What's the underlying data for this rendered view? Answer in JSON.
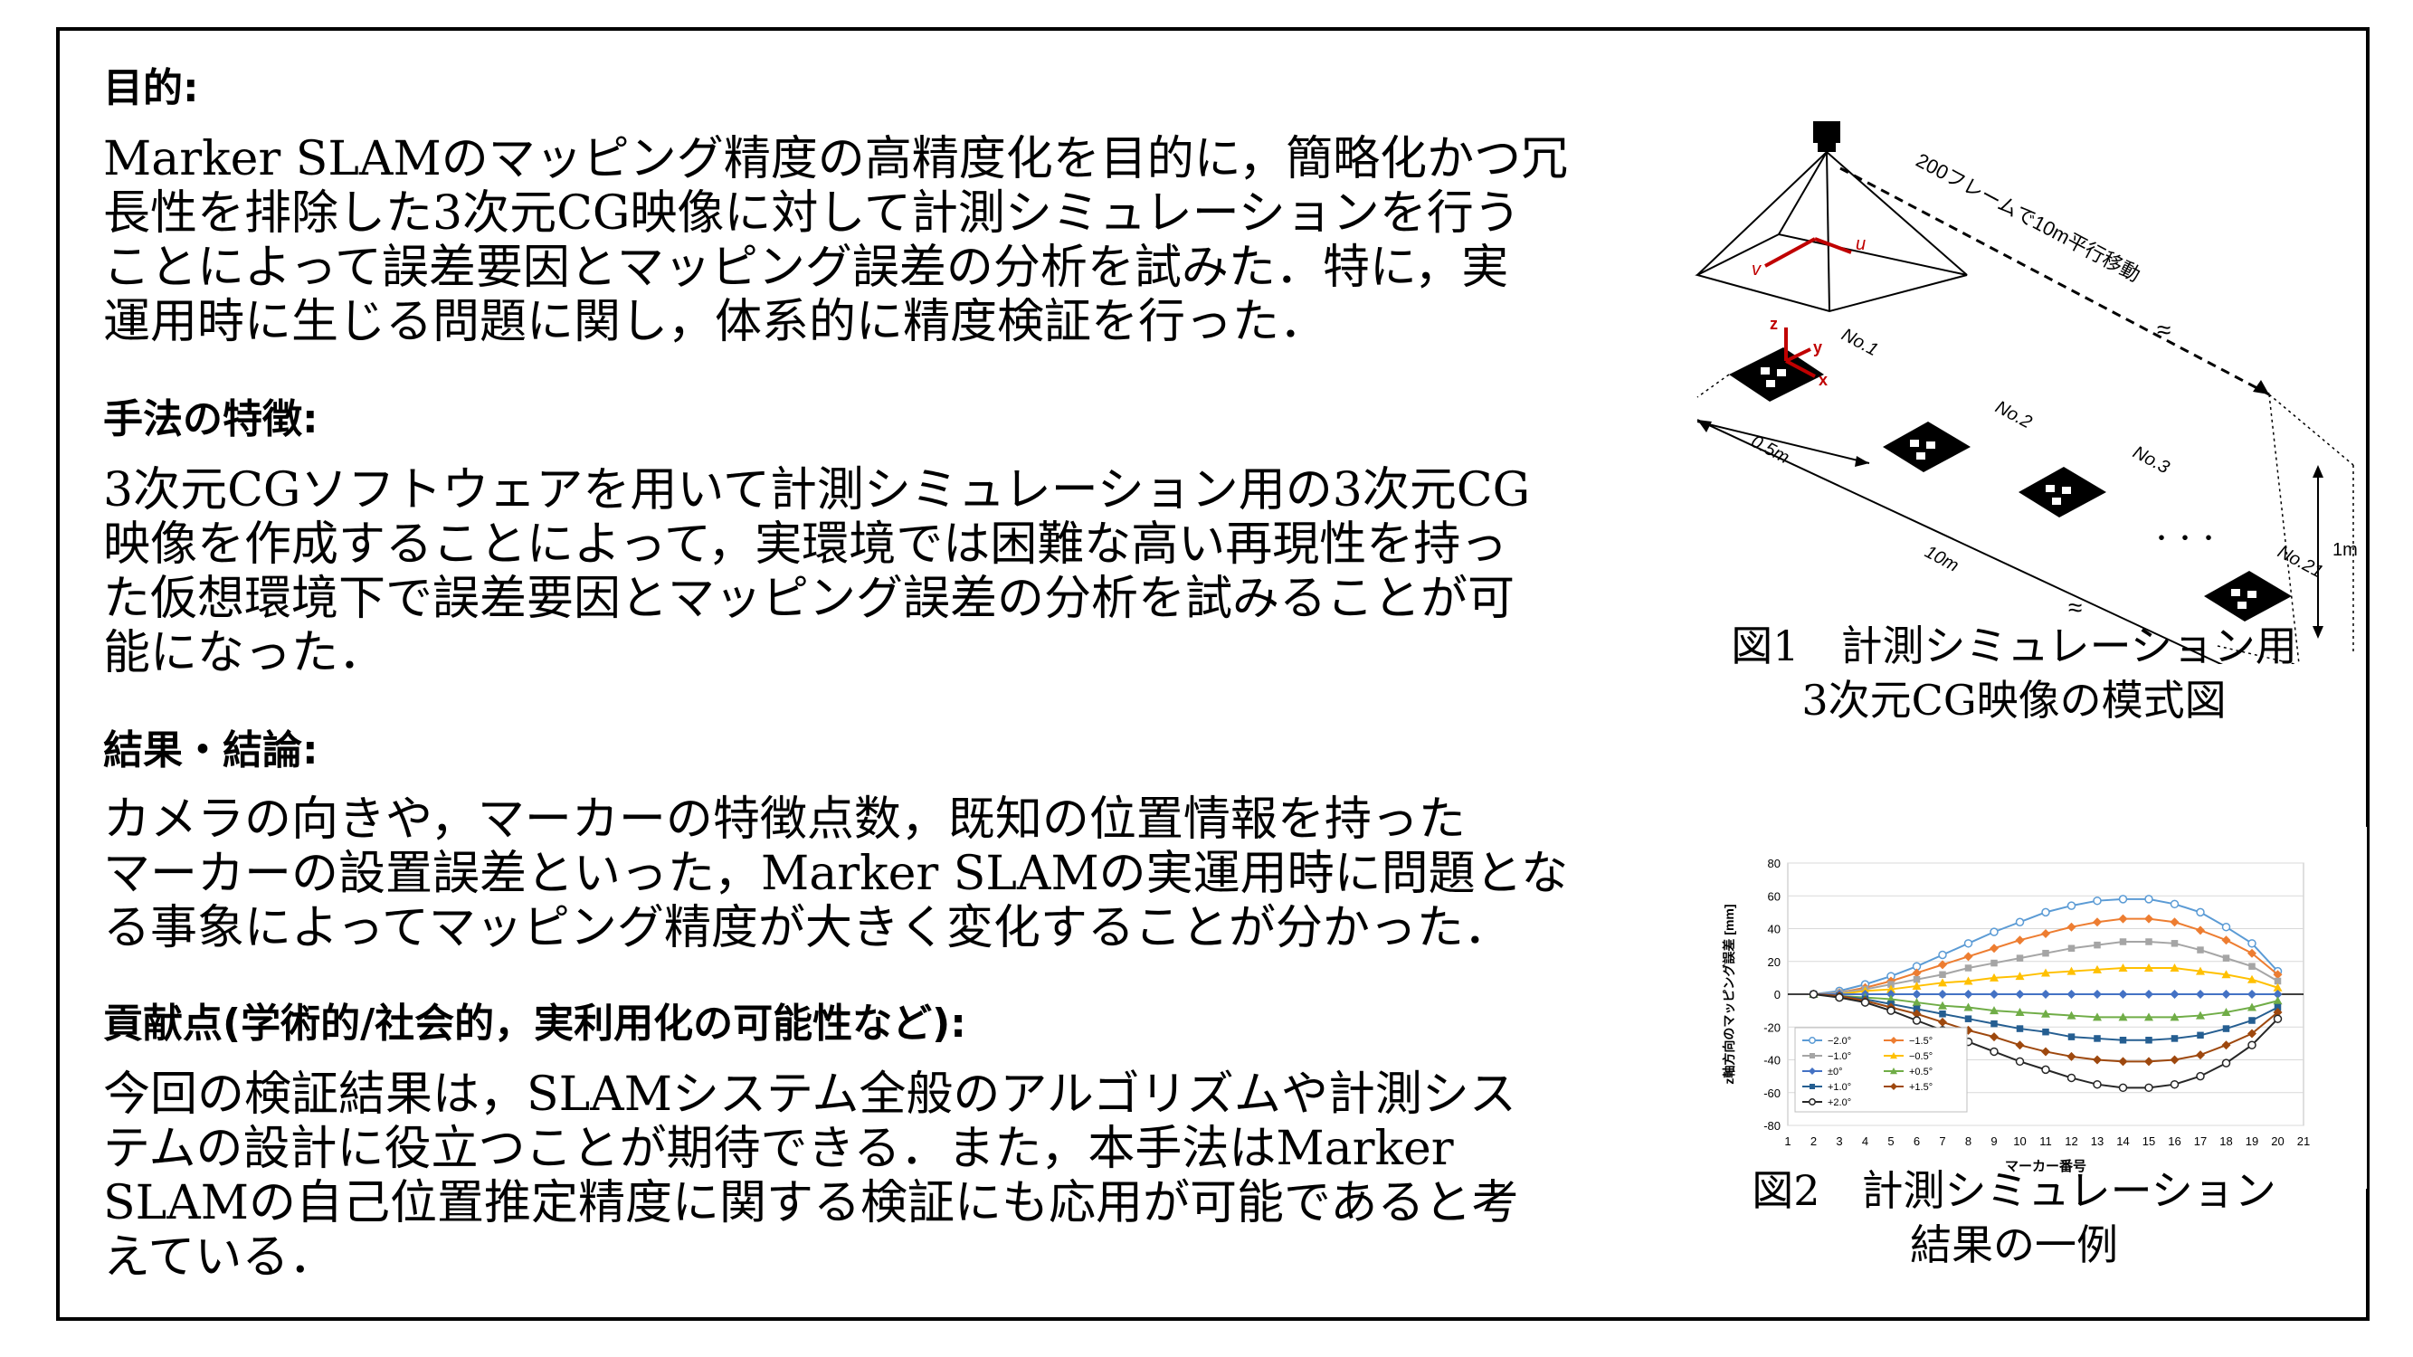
{
  "sections": [
    {
      "heading": "目的:",
      "lines": [
        "Marker SLAMのマッピング精度の高精度化を目的に，簡略化かつ冗",
        "長性を排除した3次元CG映像に対して計測シミュレーションを行う",
        "ことによって誤差要因とマッピング誤差の分析を試みた．特に，実",
        "運用時に生じる問題に関し，体系的に精度検証を行った．"
      ]
    },
    {
      "heading": "手法の特徴:",
      "lines": [
        "3次元CGソフトウェアを用いて計測シミュレーション用の3次元CG",
        "映像を作成することによって，実環境では困難な高い再現性を持っ",
        "た仮想環境下で誤差要因とマッピング誤差の分析を試みることが可",
        "能になった．"
      ]
    },
    {
      "heading": "結果・結論:",
      "lines": [
        "カメラの向きや，マーカーの特徴点数，既知の位置情報を持った",
        "マーカーの設置誤差といった，Marker SLAMの実運用時に問題とな",
        "る事象によってマッピング精度が大きく変化することが分かった．"
      ]
    },
    {
      "heading": "貢献点(学術的/社会的，実利用化の可能性など):",
      "lines": [
        "今回の検証結果は，SLAMシステム全般のアルゴリズムや計測シス",
        "テムの設計に役立つことが期待できる．また，本手法はMarker",
        "SLAMの自己位置推定精度に関する検証にも応用が可能であると考",
        "えている．"
      ]
    }
  ],
  "figure1": {
    "caption_lines": [
      "図1　計測シミュレーション用",
      "3次元CG映像の模式図"
    ],
    "labels": {
      "path": "200フレームで10m平行移動",
      "spacing": "0.5m",
      "length": "10m",
      "height": "1m",
      "marker_first": "No.1",
      "marker_second": "No.2",
      "marker_third": "No.3",
      "marker_last": "No.21",
      "dots": "・・・",
      "axis_u": "u",
      "axis_v": "v",
      "axis_x": "x",
      "axis_y": "y",
      "axis_z": "z"
    }
  },
  "figure2": {
    "caption_lines": [
      "図2　計測シミュレーション",
      "結果の一例"
    ]
  },
  "chart_data": {
    "type": "line",
    "xlabel": "マーカー番号",
    "ylabel": "z軸方向のマッピング誤差 [mm]",
    "xlim": [
      1,
      21
    ],
    "ylim": [
      -80,
      80
    ],
    "x_ticks": [
      1,
      2,
      3,
      4,
      5,
      6,
      7,
      8,
      9,
      10,
      11,
      12,
      13,
      14,
      15,
      16,
      17,
      18,
      19,
      20,
      21
    ],
    "y_ticks": [
      80,
      60,
      40,
      20,
      0,
      -20,
      -40,
      -60,
      -80
    ],
    "x": [
      2,
      3,
      4,
      5,
      6,
      7,
      8,
      9,
      10,
      11,
      12,
      13,
      14,
      15,
      16,
      17,
      18,
      19,
      20
    ],
    "legend_placement": "bottom-left",
    "series": [
      {
        "name": "−2.0°",
        "color": "#5b9bd5",
        "marker": "circle-open",
        "values": [
          0,
          2,
          6,
          11,
          17,
          24,
          31,
          38,
          44,
          50,
          54,
          57,
          58,
          58,
          55,
          50,
          41,
          31,
          14
        ]
      },
      {
        "name": "−1.5°",
        "color": "#ed7d31",
        "marker": "diamond",
        "values": [
          0,
          1,
          4,
          8,
          13,
          18,
          23,
          28,
          33,
          37,
          41,
          44,
          46,
          46,
          44,
          39,
          33,
          25,
          12
        ]
      },
      {
        "name": "−1.0°",
        "color": "#a5a5a5",
        "marker": "square",
        "values": [
          0,
          1,
          3,
          6,
          9,
          12,
          16,
          19,
          22,
          25,
          28,
          30,
          32,
          32,
          31,
          27,
          22,
          17,
          8
        ]
      },
      {
        "name": "−0.5°",
        "color": "#ffc000",
        "marker": "triangle",
        "values": [
          0,
          0,
          2,
          3,
          5,
          7,
          8,
          10,
          11,
          13,
          14,
          15,
          16,
          16,
          16,
          14,
          12,
          9,
          4
        ]
      },
      {
        "name": "±0°",
        "color": "#4472c4",
        "marker": "diamond",
        "values": [
          0,
          0,
          0,
          0,
          0,
          0,
          0,
          0,
          0,
          0,
          0,
          0,
          0,
          0,
          0,
          0,
          0,
          0,
          0
        ]
      },
      {
        "name": "+0.5°",
        "color": "#70ad47",
        "marker": "triangle",
        "values": [
          0,
          -1,
          -2,
          -3,
          -5,
          -7,
          -8,
          -10,
          -11,
          -12,
          -13,
          -14,
          -14,
          -14,
          -14,
          -13,
          -11,
          -8,
          -4
        ]
      },
      {
        "name": "+1.0°",
        "color": "#255e91",
        "marker": "square",
        "values": [
          0,
          -1,
          -3,
          -6,
          -9,
          -12,
          -15,
          -18,
          -21,
          -23,
          -26,
          -27,
          -28,
          -28,
          -27,
          -25,
          -21,
          -16,
          -8
        ]
      },
      {
        "name": "+1.5°",
        "color": "#9e480e",
        "marker": "diamond",
        "values": [
          0,
          -1,
          -4,
          -8,
          -12,
          -17,
          -22,
          -26,
          -31,
          -35,
          -38,
          -40,
          -41,
          -41,
          -40,
          -37,
          -31,
          -24,
          -11
        ]
      },
      {
        "name": "+2.0°",
        "color": "#262626",
        "marker": "circle-open",
        "values": [
          0,
          -2,
          -5,
          -10,
          -16,
          -22,
          -29,
          -35,
          -41,
          -46,
          -51,
          -55,
          -57,
          -57,
          -55,
          -50,
          -42,
          -31,
          -15
        ]
      }
    ]
  }
}
